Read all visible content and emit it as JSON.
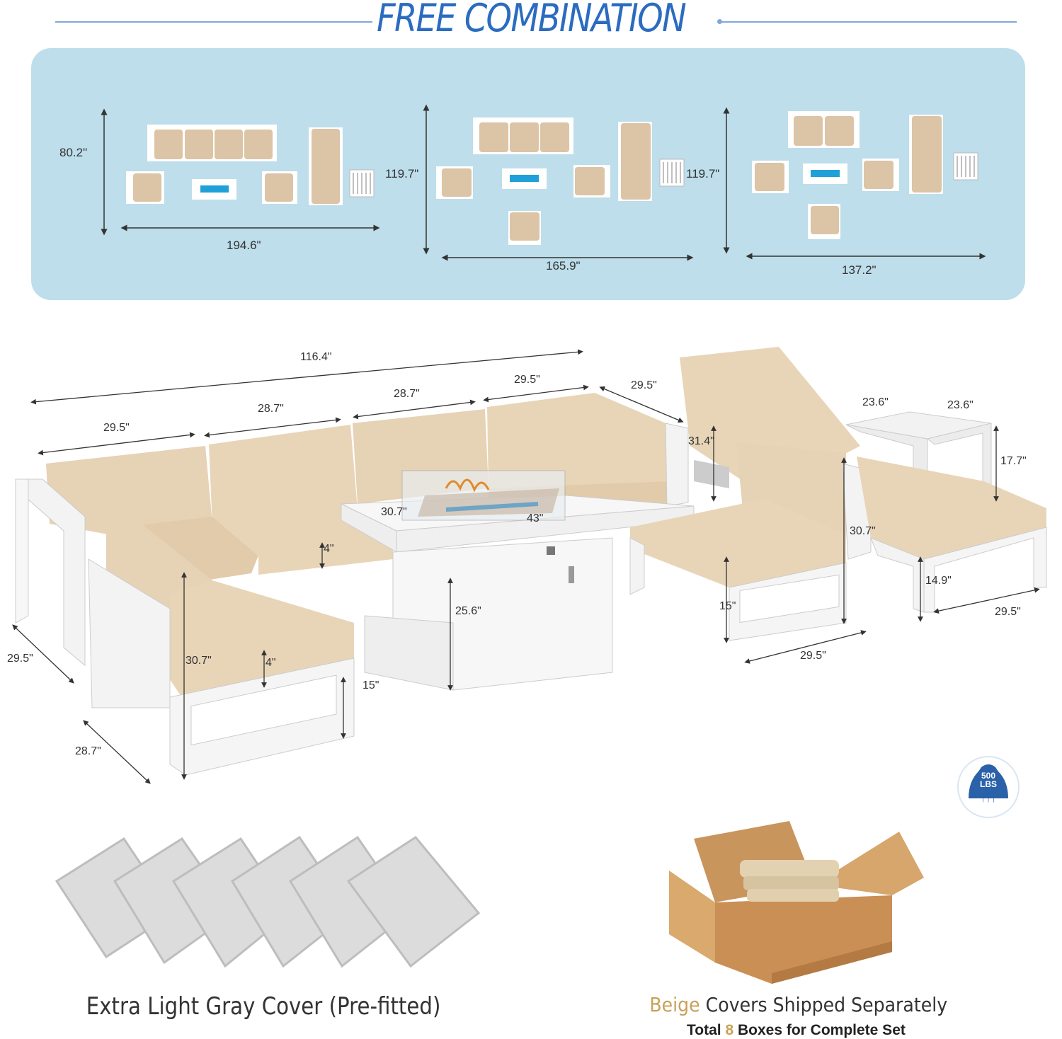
{
  "header": {
    "title": "FREE COMBINATION"
  },
  "layouts": [
    {
      "height": "80.2\"",
      "width": "194.6\""
    },
    {
      "height": "119.7\"",
      "width": "165.9\""
    },
    {
      "height": "119.7\"",
      "width": "137.2\""
    }
  ],
  "dimensions": {
    "total_length": "116.4\"",
    "seg_1": "29.5\"",
    "seg_2": "28.7\"",
    "seg_3": "28.7\"",
    "seg_4": "29.5\"",
    "seg_5": "29.5\"",
    "left_depth": "29.5\"",
    "left_width": "28.7\"",
    "back_height_left": "30.7\"",
    "seat_cushion_left": "4\"",
    "seat_cushion_mid": "4\"",
    "seat_height_left": "15\"",
    "table_depth": "30.7\"",
    "table_width": "43\"",
    "table_height": "25.6\"",
    "lounger_height": "31.4\"",
    "side_table_w1": "23.6\"",
    "side_table_w2": "23.6\"",
    "side_table_h": "17.7\"",
    "chair_back_height": "30.7\"",
    "chair_seat_height": "15\"",
    "chair_width": "29.5\"",
    "ottoman_height": "14.9\"",
    "ottoman_width": "29.5\""
  },
  "badge": {
    "line1": "500",
    "line2": "LBS",
    "arrows": "↑↑↑"
  },
  "footer": {
    "left_caption": "Extra Light Gray Cover (Pre-fitted)",
    "right_caption_word": "Beige",
    "right_caption_rest": " Covers Shipped Separately",
    "right_sub_1": "Total ",
    "right_sub_num": "8",
    "right_sub_2": " Boxes for Complete Set"
  },
  "colors": {
    "title": "#2b6cc0",
    "panel": "#bddeea",
    "cushion": "#e6d2b5",
    "frame": "#f5f5f5",
    "beige_text": "#c9a25a"
  }
}
